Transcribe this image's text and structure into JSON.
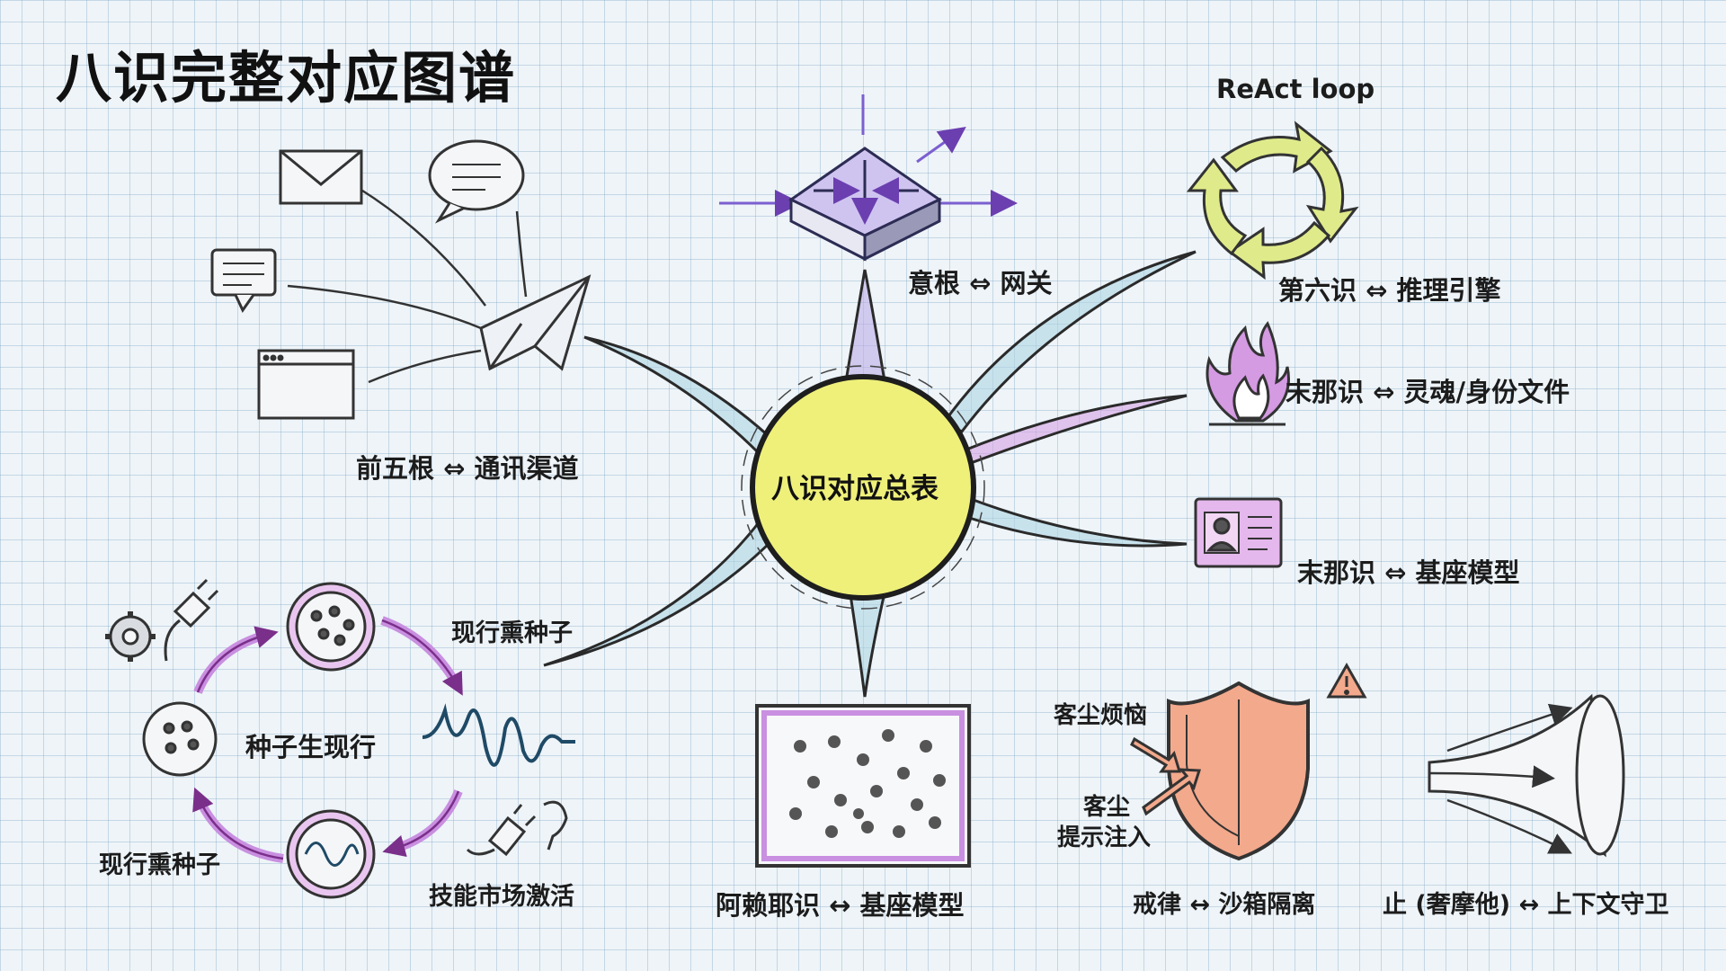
{
  "title": "八识完整对应图谱",
  "hub": "八识对应总表",
  "branches": {
    "gateway": "意根 ⇔ 网关",
    "reasoning_title": "ReAct loop",
    "reasoning": "第六识 ⇔ 推理引擎",
    "soul": "末那识 ⇔ 灵魂/身份文件",
    "identity": "末那识 ⇔ 基座模型",
    "channels": "前五根 ⇔ 通讯渠道",
    "alaya": "阿赖耶识 ↔ 基座模型",
    "sandbox": "戒律 ↔ 沙箱隔离",
    "context": "止 (奢摩他) ↔ 上下文守卫"
  },
  "seeds": {
    "center": "种子生现行",
    "top": "现行熏种子",
    "bottom_left": "现行熏种子",
    "bottom_right": "技能市场激活"
  },
  "shield": {
    "label1": "客尘烦恼",
    "label2_line1": "客尘",
    "label2_line2": "提示注入"
  },
  "colors": {
    "hub_fill": "#eef07a",
    "purple": "#c98fe0",
    "blue": "#a9d4e2",
    "shield": "#f3a98c",
    "arrow_green": "#dfeb8a"
  }
}
